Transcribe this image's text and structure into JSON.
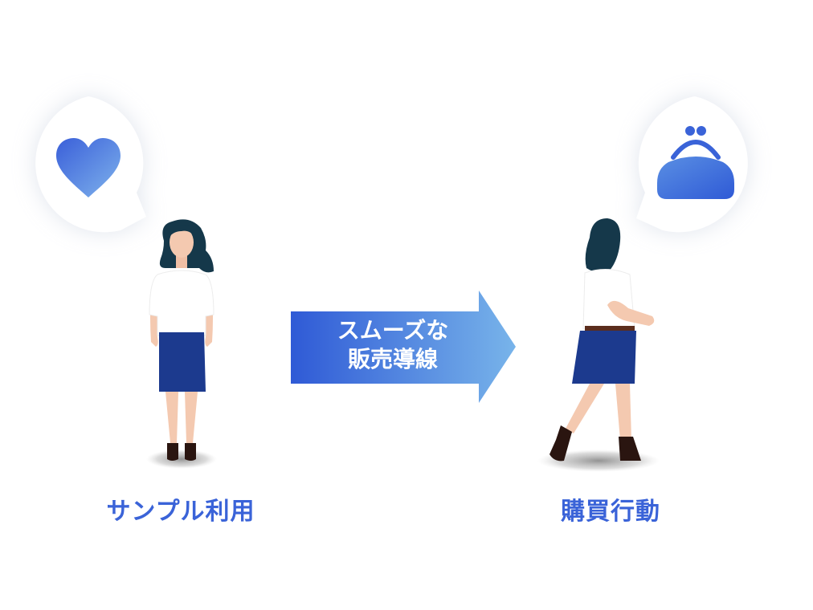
{
  "arrow": {
    "line1": "スムーズな",
    "line2": "販売導線"
  },
  "left": {
    "caption": "サンプル利用",
    "bubble_icon": "heart-icon"
  },
  "right": {
    "caption": "購買行動",
    "bubble_icon": "coin-purse-icon"
  },
  "colors": {
    "accent": "#3a63d8",
    "accent_light": "#72aee8",
    "hair": "#15384a",
    "skin": "#f4c9b0",
    "skirt": "#1c3a8e",
    "blouse": "#ffffff",
    "shoes": "#2a1510"
  }
}
